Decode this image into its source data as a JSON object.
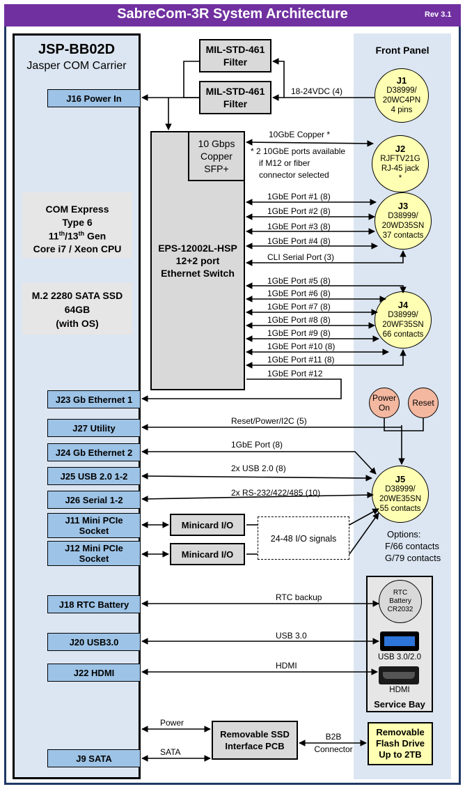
{
  "header": {
    "title": "SabreCom-3R System Architecture",
    "revision": "Rev 3.1"
  },
  "carrier": {
    "title": "JSP-BB02D",
    "subtitle": "Jasper COM Carrier",
    "cpu": [
      "COM Express",
      "Type 6",
      "Core i7 / Xeon CPU"
    ],
    "cpu_gen": {
      "a": "11",
      "sup_a": "th",
      "slash": "/13",
      "sup_b": "th",
      "rest": " Gen"
    },
    "ssd": [
      "M.2 2280 SATA SSD",
      "64GB",
      "(with OS)"
    ],
    "connectors": {
      "j16": "J16 Power In",
      "j23": "J23 Gb Ethernet 1",
      "j27": "J27 Utility",
      "j24": "J24 Gb Ethernet 2",
      "j25": "J25 USB 2.0 1-2",
      "j26": "J26 Serial 1-2",
      "j11": [
        "J11 Mini PCIe",
        "Socket"
      ],
      "j12": [
        "J12 Mini PCIe",
        "Socket"
      ],
      "j18": "J18 RTC Battery",
      "j20": "J20 USB3.0",
      "j22": "J22 HDMI",
      "j9": "J9 SATA"
    }
  },
  "filters": [
    [
      "MIL-STD-461",
      "Filter"
    ],
    [
      "MIL-STD-461",
      "Filter"
    ]
  ],
  "switch": {
    "sfp": [
      "10 Gbps",
      "Copper",
      "SFP+"
    ],
    "name": [
      "EPS-12002L-HSP",
      "12+2 port",
      "Ethernet Switch"
    ]
  },
  "minicards": [
    "Minicard I/O",
    "Minicard I/O"
  ],
  "io_signals": "24-48 I/O signals",
  "ssd_pcb": [
    "Removable SSD",
    "Interface PCB"
  ],
  "flash": [
    "Removable",
    "Flash Drive",
    "Up to 2TB"
  ],
  "front_panel": {
    "title": "Front Panel",
    "j1": {
      "id": "J1",
      "lines": [
        "D38999/",
        "20WC4PN",
        "4 pins"
      ]
    },
    "j2": {
      "id": "J2",
      "lines": [
        "RJFTV21G",
        "RJ-45 jack",
        "*"
      ]
    },
    "j3": {
      "id": "J3",
      "lines": [
        "D38999/",
        "20WD35SN",
        "37 contacts"
      ]
    },
    "j4": {
      "id": "J4",
      "lines": [
        "D38999/",
        "20WF35SN",
        "66 contacts"
      ]
    },
    "j5": {
      "id": "J5",
      "lines": [
        "D38999/",
        "20WE35SN",
        "55 contacts"
      ]
    },
    "power_on": [
      "Power",
      "On"
    ],
    "reset": "Reset",
    "options": [
      "Options:",
      "F/66 contacts",
      "G/79 contacts"
    ]
  },
  "service_bay": {
    "title": "Service Bay",
    "rtc": [
      "RTC",
      "Battery",
      "CR2032"
    ],
    "usb_label": "USB 3.0/2.0",
    "hdmi_label": "HDMI"
  },
  "signals": {
    "vdc": "18-24VDC  (4)",
    "copper": "10GbE Copper *",
    "note": [
      "* 2 10GbE ports available",
      "if M12 or fiber",
      "connector selected"
    ],
    "p1": "1GbE Port #1  (8)",
    "p2": "1GbE Port #2  (8)",
    "p3": "1GbE Port #3  (8)",
    "p4": "1GbE Port #4  (8)",
    "cli": "CLI Serial Port  (3)",
    "p5": "1GbE Port #5  (8)",
    "p6": "1GbE Port #6  (8)",
    "p7": "1GbE Port #7  (8)",
    "p8": "1GbE Port #8  (8)",
    "p9": "1GbE Port #9  (8)",
    "p10": "1GbE Port #10  (8)",
    "p11": "1GbE Port #11  (8)",
    "p12": "1GbE Port #12",
    "utility": "Reset/Power/I2C  (5)",
    "gbe2": "1GbE Port  (8)",
    "usb2": "2x USB 2.0  (8)",
    "serial": "2x RS-232/422/485  (10)",
    "rtc": "RTC backup",
    "usb3": "USB 3.0",
    "hdmi": "HDMI",
    "power": "Power",
    "sata": "SATA",
    "b2b": [
      "B2B",
      "Connector"
    ]
  }
}
